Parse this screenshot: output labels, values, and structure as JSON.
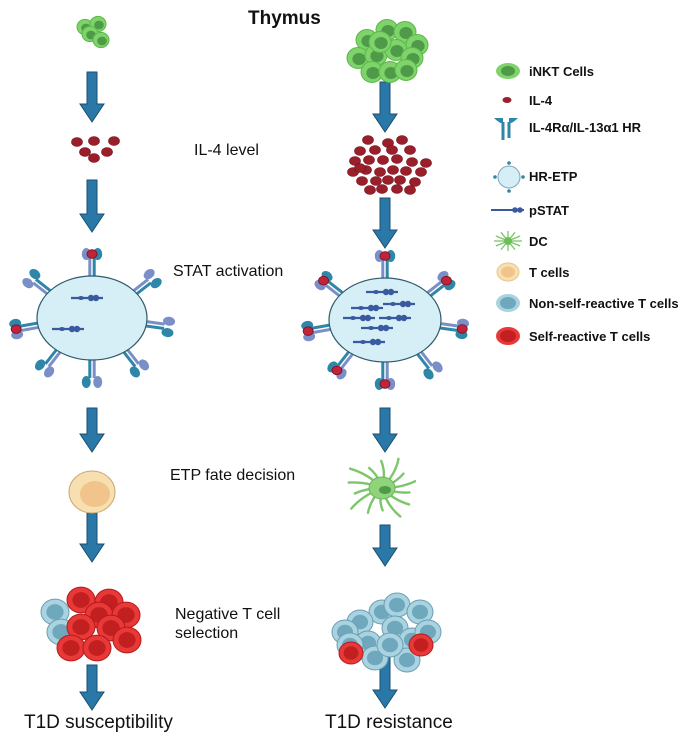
{
  "title": "Thymus",
  "steps": [
    {
      "id": "il4",
      "label": "IL-4 level"
    },
    {
      "id": "stat",
      "label": "STAT activation"
    },
    {
      "id": "etp",
      "label": "ETP fate decision"
    },
    {
      "id": "neg",
      "label": "Negative T cell selection"
    }
  ],
  "outcomes": {
    "left": "T1D susceptibility",
    "right": "T1D resistance"
  },
  "legend": [
    {
      "id": "inkt",
      "label": "iNKT  Cells"
    },
    {
      "id": "il4",
      "label": "IL-4"
    },
    {
      "id": "receptor",
      "label": "IL-4Rα/IL-13α1 HR"
    },
    {
      "id": "hretp",
      "label": "HR-ETP"
    },
    {
      "id": "pstat",
      "label": "pSTAT"
    },
    {
      "id": "dc",
      "label": "DC"
    },
    {
      "id": "tcell",
      "label": "T cells"
    },
    {
      "id": "nonself",
      "label": "Non-self-reactive T cells"
    },
    {
      "id": "self",
      "label": "Self-reactive T cells"
    }
  ],
  "colors": {
    "arrow": "#2a78a8",
    "arrow_stroke": "#1c4f70",
    "inkt_outer": "#7ed36a",
    "inkt_inner": "#4e9a48",
    "il4": "#9a1f2a",
    "cell_fill": "#d6eef5",
    "receptor_dark": "#2e86a8",
    "receptor_light": "#7a8ec8",
    "pstat": "#3a5aa0",
    "dc": "#7cc66a",
    "tcell_outer": "#f7dfb0",
    "tcell_inner": "#f0c48a",
    "nonself_outer": "#a9d3e0",
    "nonself_inner": "#6fa8bc",
    "self_outer": "#e83838",
    "self_inner": "#c22020"
  }
}
